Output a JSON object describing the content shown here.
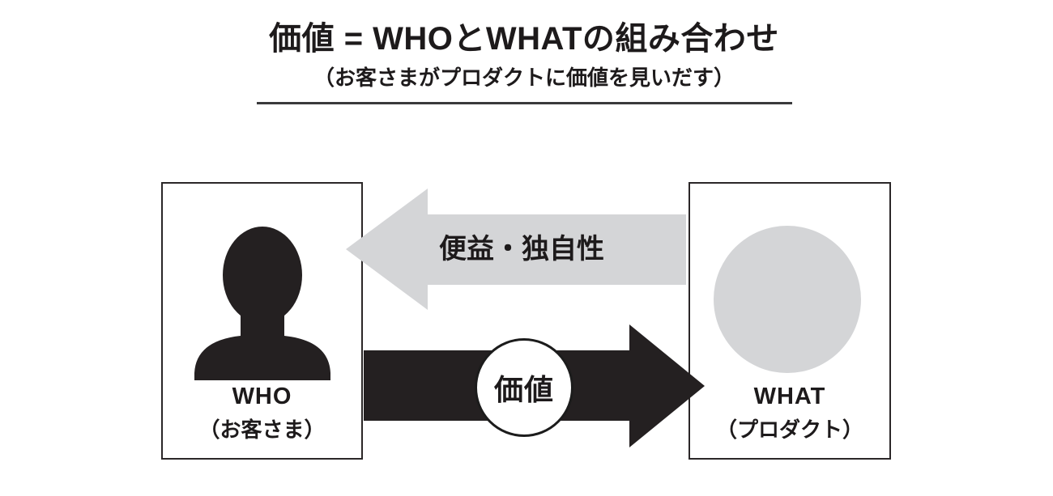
{
  "title": "価値 = WHOとWHATの組み合わせ",
  "subtitle": "（お客さまがプロダクトに価値を見いだす）",
  "who_box": {
    "label": "WHO",
    "sublabel": "（お客さま）",
    "icon": "person-silhouette-icon"
  },
  "what_box": {
    "label": "WHAT",
    "sublabel": "（プロダクト）",
    "icon": "product-circle-icon"
  },
  "benefit_arrow": {
    "label": "便益・独自性",
    "direction": "right-to-left",
    "color": "#d4d5d7"
  },
  "value_arrow": {
    "label": "価値",
    "direction": "left-to-right",
    "color": "#242021"
  },
  "colors": {
    "ink": "#1d1a1b",
    "gray": "#d4d5d7",
    "rule": "#3a3a3c",
    "background": "#ffffff"
  }
}
